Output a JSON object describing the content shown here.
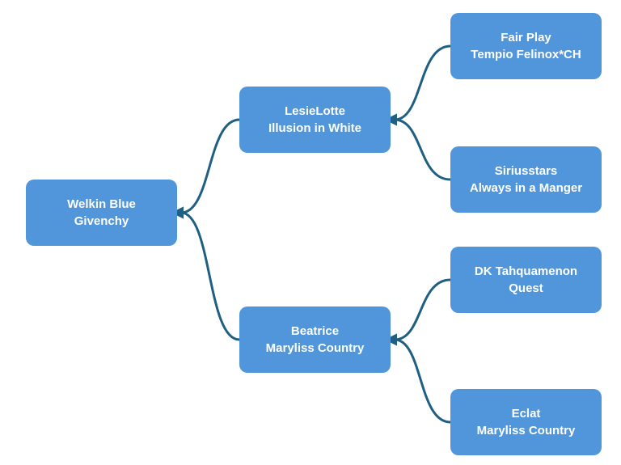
{
  "colors": {
    "node_fill": "#5196db",
    "node_text": "#ffffff",
    "connector": "#1f5f82"
  },
  "tree": {
    "root": {
      "line1": "Welkin Blue",
      "line2": "Givenchy"
    },
    "sire": {
      "line1": "LesieLotte",
      "line2": "Illusion in White"
    },
    "dam": {
      "line1": "Beatrice",
      "line2": "Maryliss Country"
    },
    "sire_sire": {
      "line1": "Fair Play",
      "line2": "Tempio Felinox*CH"
    },
    "sire_dam": {
      "line1": "Siriusstars",
      "line2": "Always in a Manger"
    },
    "dam_sire": {
      "line1": "DK Tahquamenon",
      "line2": "Quest"
    },
    "dam_dam": {
      "line1": "Eclat",
      "line2": "Maryliss Country"
    }
  }
}
